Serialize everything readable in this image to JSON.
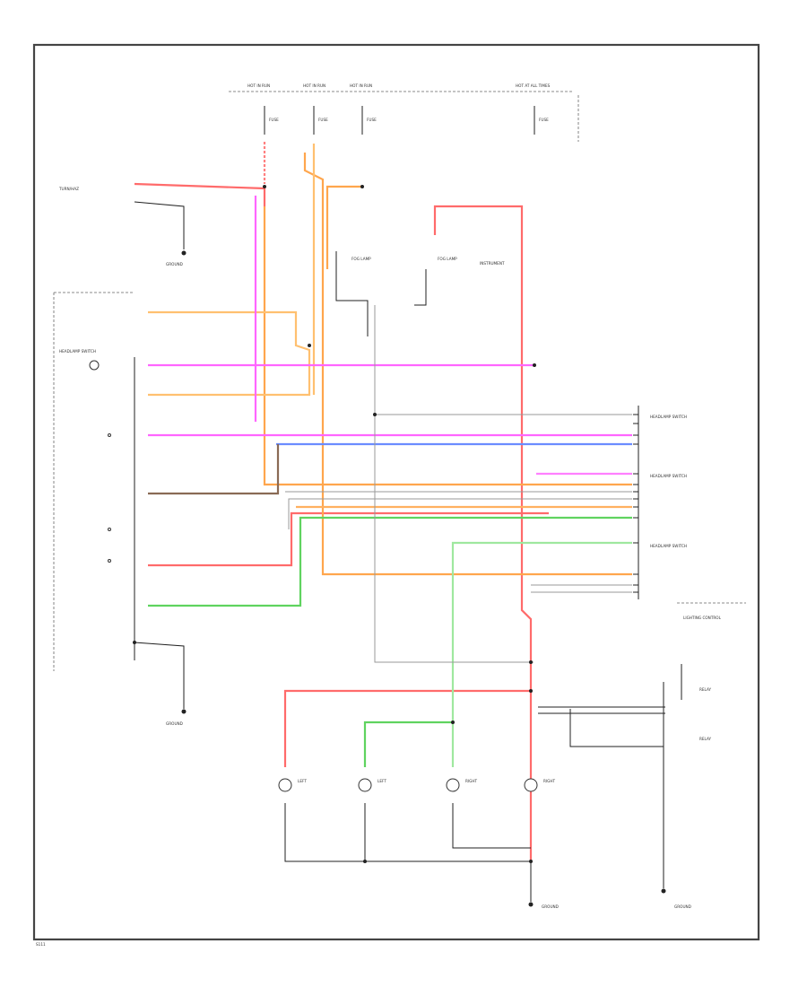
{
  "labels": [
    "HOT IN RUN",
    "HOT IN RUN",
    "HOT IN RUN",
    "HOT AT ALL TIMES",
    "FUSE",
    "FUSE",
    "FUSE",
    "FUSE",
    "TURN/HAZ",
    "HEADLAMP SWITCH",
    "GROUND",
    "GROUND",
    "FOG LAMP",
    "FOG LAMP",
    "INSTRUMENT",
    "HEADLAMP SWITCH",
    "HEADLAMP SWITCH",
    "HEADLAMP SWITCH",
    "RELAY",
    "RELAY",
    "LEFT",
    "LEFT",
    "RIGHT",
    "RIGHT",
    "LIGHTING CONTROL",
    "GROUND",
    "GROUND",
    "S111"
  ],
  "colors": {
    "frame": "#444444",
    "red": "#ff6b6b",
    "orange": "#ffa64d",
    "lightOrange": "#ffc070",
    "pink": "#ff66ff",
    "blue": "#6b8cff",
    "green": "#5fd35f",
    "lightGreen": "#9fe89f",
    "brown": "#8a6a55",
    "gray": "#9a9a9a",
    "black": "#222222"
  }
}
